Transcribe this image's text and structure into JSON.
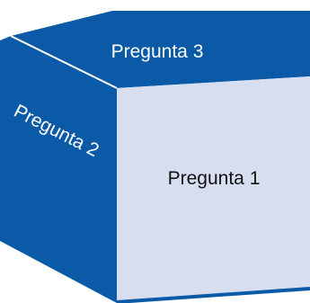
{
  "diagram": {
    "faces": {
      "front": {
        "label": "Pregunta 1"
      },
      "side": {
        "label": "Pregunta 2"
      },
      "top": {
        "label": "Pregunta 3"
      }
    },
    "colors": {
      "dark_face": "#0b5aa8",
      "light_face": "#d6deef",
      "light_text": "#ffffff",
      "dark_text": "#111111"
    }
  }
}
